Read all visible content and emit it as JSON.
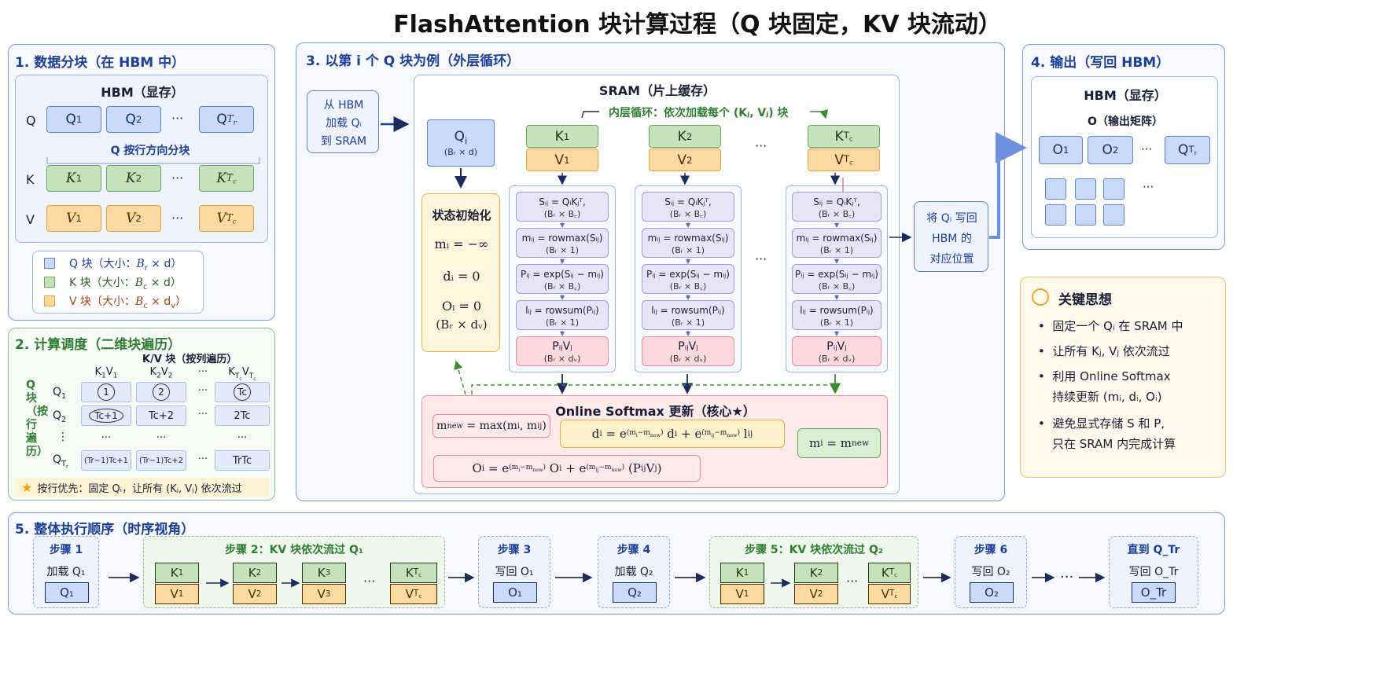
{
  "title": "FlashAttention 块计算过程（Q 块固定，KV 块流动）",
  "panel1": {
    "header": "1. 数据分块（在 HBM 中）",
    "hbm_title": "HBM（显存）",
    "rows": [
      "Q",
      "K",
      "V"
    ],
    "q_split_note": "Q 按行方向分块",
    "ellipsis": "···",
    "legend": [
      {
        "label": "Q 块（大小：",
        "size": "B",
        "sub": "r",
        "tail": " × d）",
        "color": "#1d3f9a"
      },
      {
        "label": "K 块（大小：",
        "size": "B",
        "sub": "c",
        "tail": " × d）",
        "color": "#2e5f25"
      },
      {
        "label": "V 块（大小：",
        "size": "B",
        "sub": "c",
        "tail": " × d",
        "sub2": "v",
        "tail2": "）",
        "color": "#a0421a"
      }
    ]
  },
  "panel2": {
    "header": "2. 计算调度（二维块遍历）",
    "kv_title": "K/V 块（按列遍历）",
    "q_side": "Q 块 （按行遍历）",
    "cols": [
      "K₁V₁",
      "K₂V₂",
      "···",
      "K_Tc V_Tc"
    ],
    "rows": [
      "Q₁",
      "Q₂",
      "⋮",
      "Q_Tr"
    ],
    "cells": [
      [
        "1",
        "2",
        "···",
        "Tc"
      ],
      [
        "Tc+1",
        "Tc+2",
        "···",
        "2Tc"
      ],
      [
        "···",
        "···",
        "",
        "···"
      ],
      [
        "(Tr−1)Tc+1",
        "(Tr−1)Tc+2",
        "···",
        "TrTc"
      ]
    ],
    "note": "按行优先：固定 Qᵢ，让所有 (Kⱼ, Vⱼ) 依次流过"
  },
  "panel3": {
    "header": "3. 以第 i 个 Q 块为例（外层循环）",
    "load_box": [
      "从 HBM",
      "加载 Qᵢ",
      "到 SRAM"
    ],
    "sram_title": "SRAM（片上缓存）",
    "inner_loop": "内层循环：依次加载每个 (Kⱼ, Vⱼ) 块",
    "qi_dims": "(Bᵣ × d)",
    "state_title": "状态初始化",
    "state_m": "mᵢ = −∞",
    "state_d": "dᵢ = 0",
    "state_o": "Oᵢ = 0",
    "state_o_dims": "(Bᵣ × dᵥ)",
    "ops": [
      {
        "f": "Sᵢⱼ = QᵢKⱼᵀ,",
        "d": "(Bᵣ × B꜀)"
      },
      {
        "f": "mᵢⱼ = rowmax(Sᵢⱼ)",
        "d": "(Bᵣ × 1)"
      },
      {
        "f": "Pᵢⱼ = exp(Sᵢⱼ − mᵢⱼ)",
        "d": "(Bᵣ × B꜀)"
      },
      {
        "f": "lᵢⱼ = rowsum(Pᵢⱼ)",
        "d": "(Bᵣ × 1)"
      },
      {
        "f": "PᵢⱼVⱼ",
        "d": "(Bᵣ × dᵥ)"
      }
    ],
    "online_title": "Online Softmax 更新（核心★）",
    "write_box": [
      "将 Qᵢ 写回",
      "HBM 的",
      "对应位置"
    ],
    "ellipsis": "···"
  },
  "panel4": {
    "header": "4. 输出（写回 HBM）",
    "hbm_title": "HBM（显存）",
    "o_title": "O（输出矩阵）"
  },
  "ideas": {
    "header": "关键思想",
    "items": [
      "固定一个 Qᵢ 在 SRAM 中",
      "让所有 Kⱼ, Vⱼ 依次流过",
      "利用 Online Softmax",
      "持续更新 (mᵢ, dᵢ, Oᵢ)",
      "避免显式存储 S 和 P,",
      "只在 SRAM 内完成计算"
    ]
  },
  "panel5": {
    "header": "5. 整体执行顺序（时序视角）",
    "step1": {
      "title": "步骤 1",
      "text": "加载 Q₁",
      "blk": "Q₁"
    },
    "step2": {
      "title": "步骤 2：KV 块依次流过 Q₁"
    },
    "step3": {
      "title": "步骤 3",
      "text": "写回 O₁",
      "blk": "O₁"
    },
    "step4": {
      "title": "步骤 4",
      "text": "加载 Q₂",
      "blk": "Q₂"
    },
    "step5": {
      "title": "步骤 5：KV 块依次流过 Q₂"
    },
    "step6": {
      "title": "步骤 6",
      "text": "写回 O₂",
      "blk": "O₂"
    },
    "last": {
      "title": "直到 Q_Tr",
      "text": "写回 O_Tr",
      "blk": "O_Tr"
    },
    "ellipsis": "···"
  },
  "colors": {
    "q": "#c9dafa",
    "k": "#c6e2bd",
    "v": "#fbd9a0",
    "accent": "#1d3f9a",
    "green": "#2e7d32"
  },
  "icons": [
    "lightbulb-icon",
    "star-icon",
    "arrow-icon"
  ]
}
